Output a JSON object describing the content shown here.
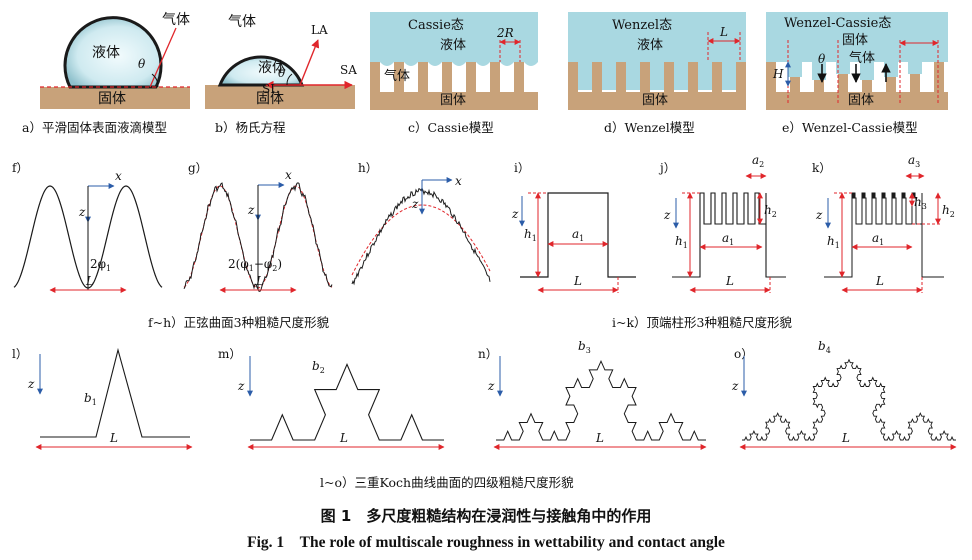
{
  "colors": {
    "solid": "#c8a27a",
    "liquid": "#a9d8e1",
    "red": "#e0262b",
    "blue": "#2b5ca8",
    "curve": "#1a1a1a"
  },
  "panels": {
    "a": {
      "caption": "a）平滑固体表面液滴模型",
      "liquid": "液体",
      "solid": "固体",
      "gas": "气体",
      "theta": "θ"
    },
    "b": {
      "caption": "b）杨氏方程",
      "gas": "气体",
      "liquid": "液体",
      "solid": "固体",
      "la": "LA",
      "sa": "SA",
      "sl": "SL",
      "theta": "θ"
    },
    "c": {
      "caption": "c）Cassie模型",
      "state": "Cassie态",
      "liquid": "液体",
      "gas": "气体",
      "solid": "固体",
      "r": "2R"
    },
    "d": {
      "caption": "d）Wenzel模型",
      "state": "Wenzel态",
      "liquid": "液体",
      "solid": "固体",
      "l": "L"
    },
    "e": {
      "caption": "e）Wenzel-Cassie模型",
      "state": "Wenzel-Cassie态",
      "solid_top": "固体",
      "gas": "气体",
      "solid": "固体",
      "h": "H",
      "theta": "θ"
    },
    "f": {
      "label": "f）",
      "x": "x",
      "z": "z",
      "phi": "2φ",
      "phi_sub": "1",
      "l": "L"
    },
    "g": {
      "label": "g）",
      "x": "x",
      "z": "z",
      "phi": "2(φ",
      "phi_sub1": "1",
      "phi_mid": "−φ",
      "phi_sub2": "2",
      "phi_end": ")",
      "l": "L"
    },
    "h": {
      "label": "h）",
      "x": "x",
      "z": "z"
    },
    "i": {
      "label": "i）",
      "z": "z",
      "h": "h",
      "h_sub": "1",
      "a": "a",
      "a_sub": "1",
      "l": "L"
    },
    "j": {
      "label": "j）",
      "z": "z",
      "h": "h",
      "h_sub": "1",
      "a": "a",
      "a_sub": "1",
      "a2": "a",
      "a2_sub": "2",
      "h2": "h",
      "h2_sub": "2",
      "l": "L"
    },
    "k": {
      "label": "k）",
      "z": "z",
      "h": "h",
      "h_sub": "1",
      "a": "a",
      "a_sub": "1",
      "a3": "a",
      "a3_sub": "3",
      "h3": "h",
      "h3_sub": "3",
      "h2": "h",
      "h2_sub": "2",
      "l": "L"
    },
    "l": {
      "label": "l）",
      "z": "z",
      "b": "b",
      "b_sub": "1",
      "l": "L"
    },
    "m": {
      "label": "m）",
      "z": "z",
      "b": "b",
      "b_sub": "2",
      "l": "L"
    },
    "n": {
      "label": "n）",
      "z": "z",
      "b": "b",
      "b_sub": "3",
      "l": "L"
    },
    "o": {
      "label": "o）",
      "z": "z",
      "b": "b",
      "b_sub": "4",
      "l": "L"
    }
  },
  "row_captions": {
    "fh": "f~h）正弦曲面3种粗糙尺度形貌",
    "ik": "i~k）顶端柱形3种粗糙尺度形貌",
    "lo": "l~o）三重Koch曲线曲面的四级粗糙尺度形貌"
  },
  "figure": {
    "title_cn": "图 1　多尺度粗糙结构在浸润性与接触角中的作用",
    "title_en": "Fig. 1　The role of multiscale roughness in wettability and contact angle"
  }
}
